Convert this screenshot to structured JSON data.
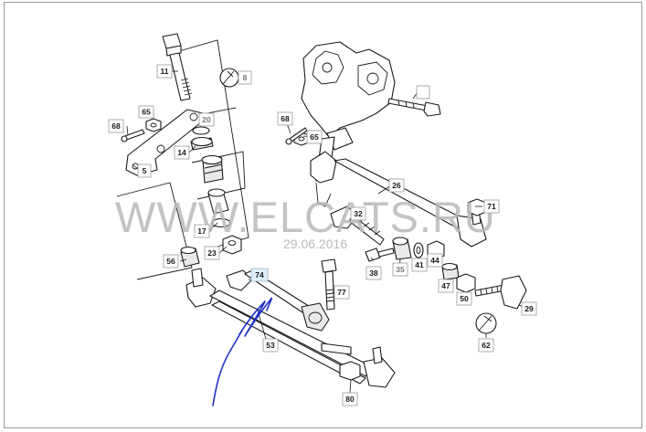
{
  "watermark": {
    "site": "WWW.ELCATS.RU",
    "date": "29.06.2016"
  },
  "part_labels": {
    "p5": "5",
    "p8": "8",
    "p11": "11",
    "p14": "14",
    "p17": "17",
    "p20": "20",
    "p23": "23",
    "p26": "26",
    "p29": "29",
    "p32": "32",
    "p35": "35",
    "p38": "38",
    "p41": "41",
    "p44": "44",
    "p47": "47",
    "p50": "50",
    "p53": "53",
    "p56": "56",
    "p62": "62",
    "p65a": "65",
    "p65b": "65",
    "p68a": "68",
    "p68b": "68",
    "p71": "71",
    "p74": "74",
    "p77": "77",
    "p80": "80"
  },
  "colors": {
    "line_art": "#1a1a1a",
    "watermark": "#b9b9b9",
    "pen_annotation": "#2030c8",
    "highlight_tag": "#dff0fa"
  }
}
